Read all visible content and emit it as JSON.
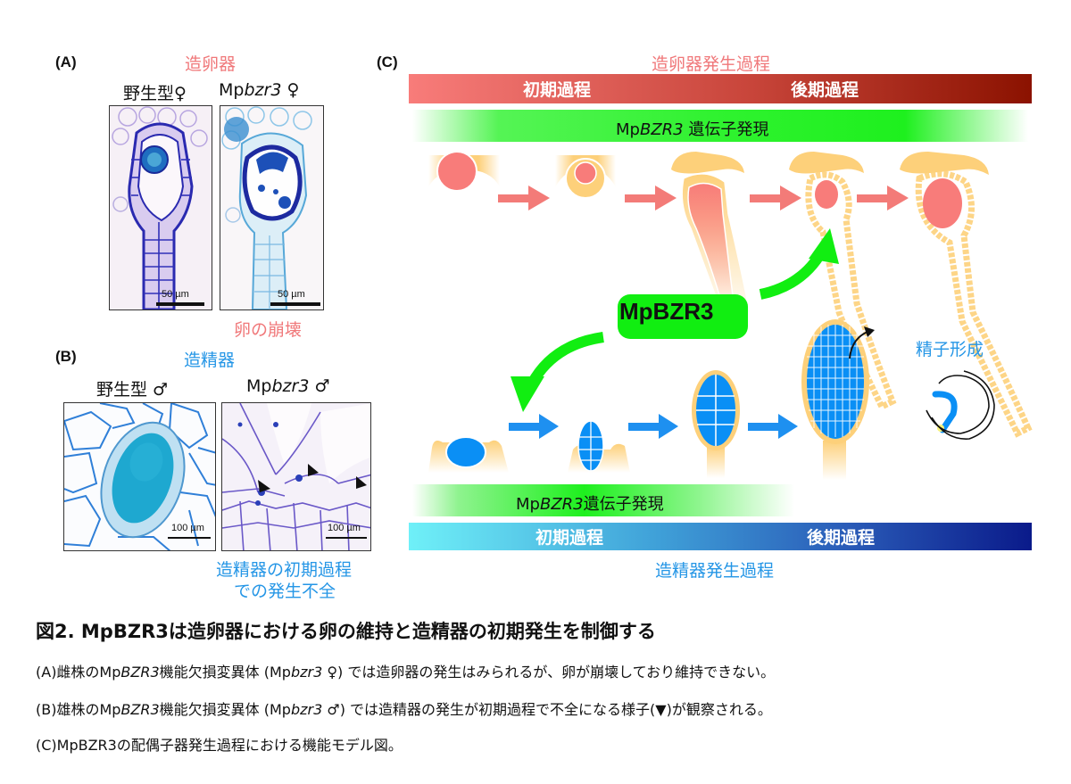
{
  "panel_a": {
    "label": "(A)",
    "title": "造卵器",
    "samples": [
      {
        "prefix": "野生型",
        "italic": "",
        "symbol": "♀",
        "scale_text": "50 µm"
      },
      {
        "prefix": "Mp",
        "italic": "bzr3",
        "symbol": " ♀",
        "scale_text": "50 µm"
      }
    ],
    "note": "卵の崩壊"
  },
  "panel_b": {
    "label": "(B)",
    "title": "造精器",
    "samples": [
      {
        "prefix": "野生型 ",
        "italic": "",
        "symbol": "♂",
        "scale_text": "100 µm"
      },
      {
        "prefix": "Mp",
        "italic": "bzr3",
        "symbol": " ♂",
        "scale_text": "100 µm"
      }
    ],
    "note_line1": "造精器の初期過程",
    "note_line2": "での発生不全"
  },
  "panel_c": {
    "label": "(C)",
    "archegonium_process_title": "造卵器発生過程",
    "archegonium_bar": {
      "early": "初期過程",
      "late": "後期過程",
      "color_start": "#f87c7a",
      "color_end": "#8b1200"
    },
    "archegonium_expression": {
      "prefix": "Mp",
      "italic": "BZR3",
      "suffix": " 遺伝子発現"
    },
    "regulator_label": "MpBZR3",
    "spermatogenesis_label": "精子形成",
    "antheridium_expression": {
      "prefix": "Mp",
      "italic": "BZR3",
      "suffix": "遺伝子発現"
    },
    "antheridium_bar": {
      "early": "初期過程",
      "late": "後期過程",
      "color_start": "#6ff0f8",
      "color_end": "#0a1a8a"
    },
    "antheridium_process_title": "造精器発生過程",
    "colors": {
      "egg": "#f87c7a",
      "jacket": "#fdd07a",
      "sperm_cell": "#0a8ff5",
      "arrow_green": "#11ee11",
      "arrow_red": "#f37b78",
      "arrow_blue": "#1e90f0"
    }
  },
  "caption": {
    "title": "図2. MpBZR3は造卵器における卵の維持と造精器の初期発生を制御する",
    "line_a": {
      "pre": "(A)雌株のMp",
      "it1": "BZR3",
      "mid": "機能欠損変異体 (Mp",
      "it2": "bzr3",
      "post": " ♀) では造卵器の発生はみられるが、卵が崩壊しており維持できない。"
    },
    "line_b": {
      "pre": "(B)雄株のMp",
      "it1": "BZR3",
      "mid": "機能欠損変異体 (Mp",
      "it2": "bzr3",
      "post": " ♂) では造精器の発生が初期過程で不全になる様子(▼)が観察される。"
    },
    "line_c": "(C)MpBZR3の配偶子器発生過程における機能モデル図。"
  }
}
